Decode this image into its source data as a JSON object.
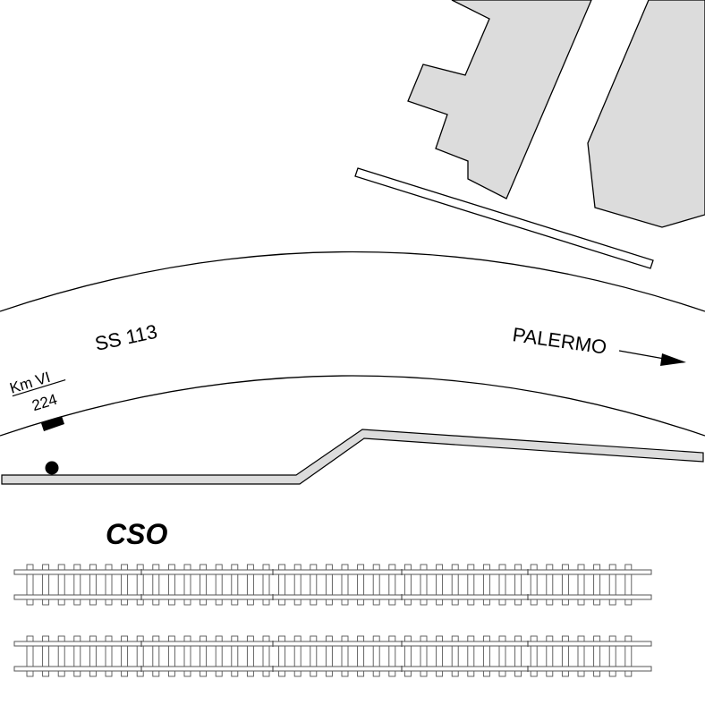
{
  "map": {
    "road_label": "SS 113",
    "direction_label": "PALERMO",
    "milestone": {
      "line1": "Km VI",
      "line2": "224"
    },
    "station_label": "CSO"
  },
  "colors": {
    "building_fill": "#dcdcdc",
    "outline": "#000000",
    "rail_outline": "#555555",
    "background": "#ffffff"
  },
  "icons": {
    "direction": "arrow-right-icon",
    "milestone": "milestone-marker-icon",
    "point": "location-dot-icon"
  }
}
